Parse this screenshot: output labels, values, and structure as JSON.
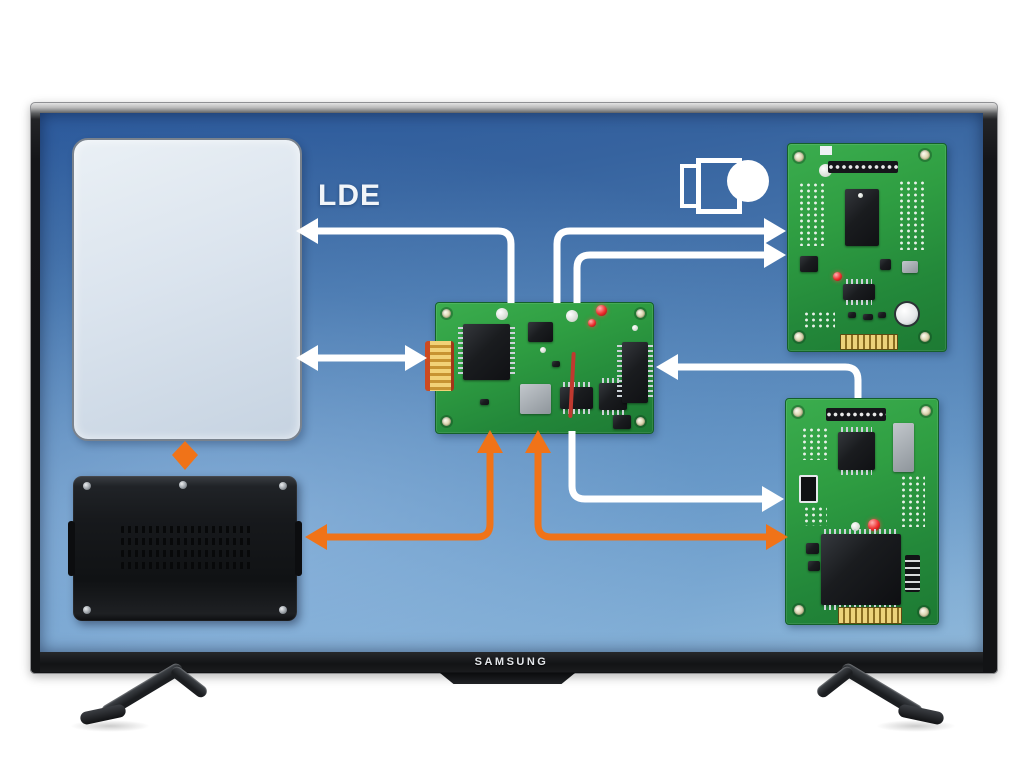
{
  "brand": {
    "logo_text": "SAMSUNG"
  },
  "diagram": {
    "cable_label": "LDE",
    "icon": "tv-connector-icon",
    "components": [
      {
        "id": "lcd-panel",
        "desc": "light rounded display panel, top left"
      },
      {
        "id": "speaker-box",
        "desc": "black vented module, bottom left"
      },
      {
        "id": "main-board",
        "desc": "green PCB, center"
      },
      {
        "id": "top-right-board",
        "desc": "green PCB, top right"
      },
      {
        "id": "bottom-right-board",
        "desc": "green PCB, bottom right"
      }
    ],
    "connections": [
      {
        "from": "main-board",
        "to": "lcd-panel",
        "label": "LDE",
        "color": "white",
        "heads": "single-left"
      },
      {
        "from": "main-board",
        "to": "top-right-board",
        "color": "white",
        "heads": "single-right",
        "count": 2
      },
      {
        "from": "lcd-panel",
        "to": "main-board",
        "color": "white",
        "heads": "double"
      },
      {
        "from": "bottom-right-board",
        "to": "main-board",
        "color": "white",
        "heads": "single-left"
      },
      {
        "from": "main-board",
        "to": "bottom-right-board",
        "color": "white",
        "heads": "single-right"
      },
      {
        "from": "speaker-box",
        "to": "main-board",
        "color": "orange",
        "heads": "double"
      },
      {
        "from": "main-board",
        "to": "bottom-right-board",
        "color": "orange",
        "heads": "double"
      },
      {
        "from": "lcd-panel",
        "to": "speaker-box",
        "color": "orange",
        "heads": "diamond"
      }
    ],
    "colors": {
      "arrow_white": "#ffffff",
      "arrow_orange": "#f07318",
      "pcb_green": "#2f9e42",
      "screen_top": "#2d5b9d",
      "screen_bottom": "#8fb8da",
      "bezel": "#121315"
    }
  }
}
